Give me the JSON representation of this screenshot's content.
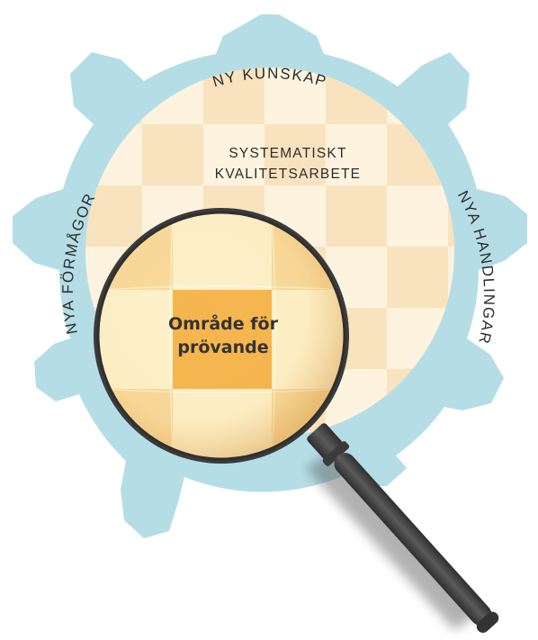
{
  "labels": {
    "top": "NY KUNSKAP",
    "right": "NYA HANDLINGAR",
    "left": "NYA FÖRMÅGOR",
    "center_line1": "SYSTEMATISKT",
    "center_line2": "KVALITETSARBETE",
    "lens_line1": "Område för",
    "lens_line2": "prövande"
  },
  "colors": {
    "gear": "#b5dde6",
    "inner_light": "#fdf3de",
    "inner_tile": "#f9e3bf",
    "lens_light": "#fdf0c8",
    "lens_tile": "#f8d99a",
    "lens_center": "#f5b54d",
    "handle": "#4a4a4a"
  }
}
